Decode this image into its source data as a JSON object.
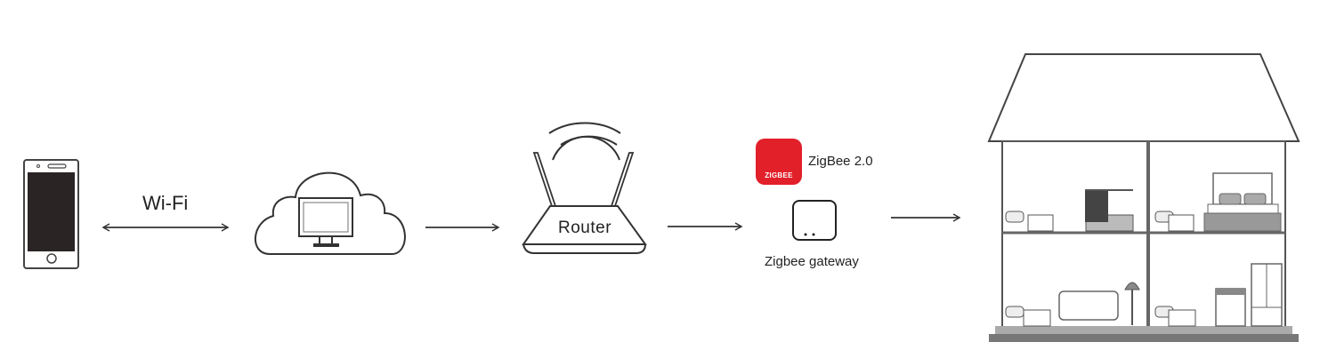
{
  "diagram": {
    "title": "ZigBee smart home network topology",
    "nodes": [
      {
        "id": "phone",
        "icon": "smartphone-icon"
      },
      {
        "id": "cloud",
        "icon": "cloud-computer-icon"
      },
      {
        "id": "router",
        "icon": "router-icon",
        "label": "Router"
      },
      {
        "id": "gateway",
        "icon": "gateway-icon",
        "label": "Zigbee gateway"
      },
      {
        "id": "house",
        "icon": "house-icon"
      }
    ],
    "edges": [
      {
        "from": "phone",
        "to": "cloud",
        "label": "Wi-Fi",
        "direction": "both"
      },
      {
        "from": "cloud",
        "to": "router",
        "direction": "forward"
      },
      {
        "from": "router",
        "to": "gateway",
        "direction": "forward"
      },
      {
        "from": "gateway",
        "to": "house",
        "direction": "forward"
      }
    ],
    "wifi_label": "Wi-Fi",
    "router_label": "Router",
    "zigbee_logo_text": "ZIGBEE",
    "zigbee_version": "ZigBee 2.0",
    "gateway_label": "Zigbee gateway",
    "colors": {
      "zigbee_red": "#e2202a",
      "line": "#333333"
    }
  }
}
